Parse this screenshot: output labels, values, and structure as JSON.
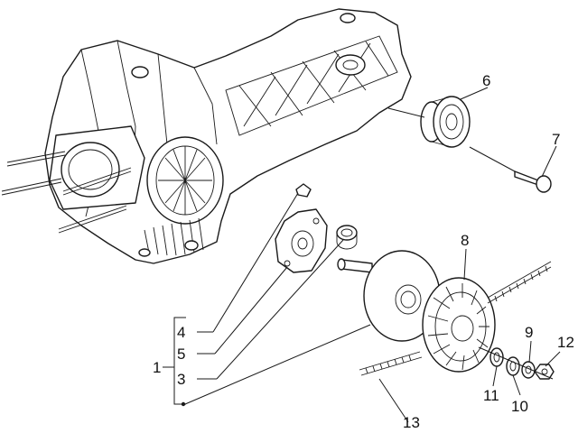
{
  "diagram": {
    "callouts": [
      {
        "id": "c1",
        "text": "1"
      },
      {
        "id": "c3",
        "text": "3"
      },
      {
        "id": "c4",
        "text": "4"
      },
      {
        "id": "c5",
        "text": "5"
      },
      {
        "id": "c6",
        "text": "6"
      },
      {
        "id": "c7",
        "text": "7"
      },
      {
        "id": "c8",
        "text": "8"
      },
      {
        "id": "c9",
        "text": "9"
      },
      {
        "id": "c10",
        "text": "10"
      },
      {
        "id": "c11",
        "text": "11"
      },
      {
        "id": "c12",
        "text": "12"
      },
      {
        "id": "c13",
        "text": "13"
      }
    ]
  },
  "colors": {
    "line": "#1a1a1a",
    "background": "#ffffff"
  }
}
